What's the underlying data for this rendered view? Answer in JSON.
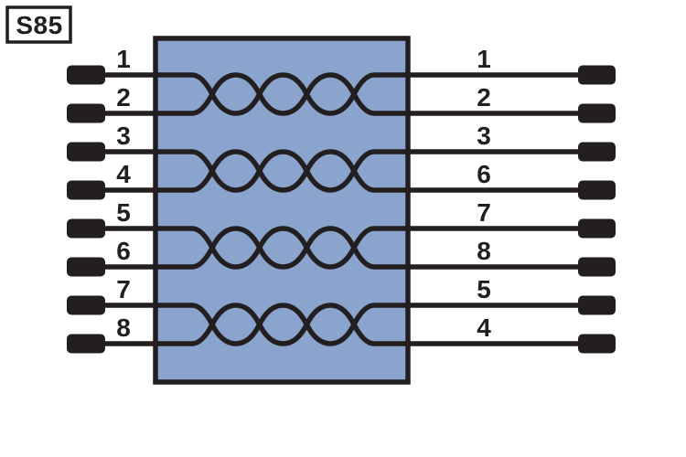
{
  "title_badge": {
    "label": "S85"
  },
  "diagram": {
    "left_pins": [
      "1",
      "2",
      "3",
      "4",
      "5",
      "6",
      "7",
      "8"
    ],
    "right_pins": [
      "1",
      "2",
      "3",
      "6",
      "7",
      "8",
      "5",
      "4"
    ],
    "pairs": [
      {
        "left": [
          "1",
          "2"
        ],
        "right": [
          "1",
          "2"
        ]
      },
      {
        "left": [
          "3",
          "4"
        ],
        "right": [
          "3",
          "6"
        ]
      },
      {
        "left": [
          "5",
          "6"
        ],
        "right": [
          "7",
          "8"
        ]
      },
      {
        "left": [
          "7",
          "8"
        ],
        "right": [
          "5",
          "4"
        ]
      }
    ],
    "twists_per_pair": 3,
    "colors": {
      "box_fill": "#8AA4CE",
      "line_color": "#231F20",
      "background": "#FFFFFF"
    }
  }
}
